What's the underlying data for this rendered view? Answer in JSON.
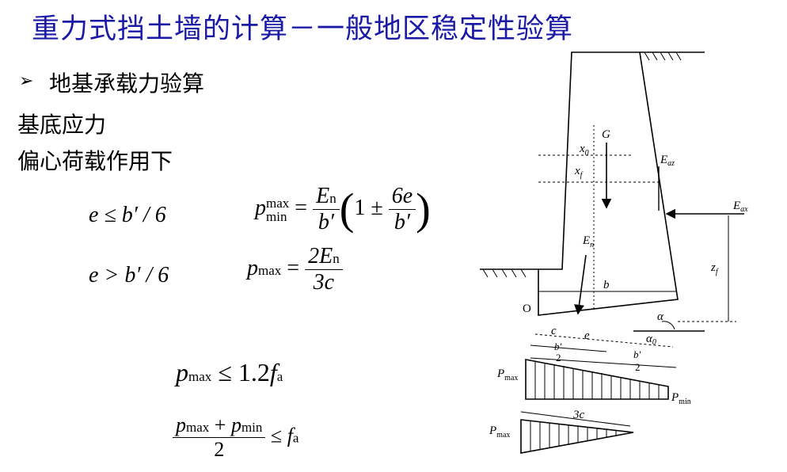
{
  "title": "重力式挡土墙的计算－一般地区稳定性验算",
  "section": {
    "bullet_icon": "arrow-bullet-icon",
    "heading": "地基承载力验算",
    "line1": "基底应力",
    "line2": "偏心荷载作用下"
  },
  "formulas": {
    "cond1": "e ≤ b′ / 6",
    "cond2": "e > b′ / 6",
    "f1_p": "p",
    "f1_sup": "max",
    "f1_sub": "min",
    "f1_eq": "=",
    "f1_num": "E",
    "f1_num_sub": "n",
    "f1_den": "b′",
    "f1_one_pm": "1 ±",
    "f1_inner_num": "6e",
    "f1_inner_den": "b′",
    "f2_p": "p",
    "f2_sub": "max",
    "f2_eq": "=",
    "f2_num": "2E",
    "f2_num_sub": "n",
    "f2_den": "3c",
    "f3_p": "p",
    "f3_sub": "max",
    "f3_rel": "≤ 1.2",
    "f3_f": "f",
    "f3_fsub": "a",
    "f4_p1": "p",
    "f4_p1sub": "max",
    "f4_plus": "+",
    "f4_p2": "p",
    "f4_p2sub": "min",
    "f4_den": "2",
    "f4_rel": "≤",
    "f4_f": "f",
    "f4_fsub": "a"
  },
  "diagram": {
    "label_G": "G",
    "label_x0": "x",
    "label_x0_sub": "0",
    "label_xf": "x",
    "label_xf_sub": "f",
    "label_Eaz": "E",
    "label_Eaz_sub": "az",
    "label_Eax": "E",
    "label_Eax_sub": "ax",
    "label_En": "E",
    "label_En_sub": "n",
    "label_zf": "z",
    "label_zf_sub": "f",
    "label_b": "b",
    "label_O": "O",
    "label_alpha": "α",
    "label_alpha0": "α",
    "label_alpha0_sub": "0",
    "label_c": "c",
    "label_e": "e",
    "label_bhalf1_num": "b′",
    "label_bhalf1_den": "2",
    "label_bhalf2_num": "b′",
    "label_bhalf2_den": "2",
    "label_Pmax1": "P",
    "label_Pmax1_sub": "max",
    "label_Pmin": "P",
    "label_Pmin_sub": "min",
    "label_3c": "3c",
    "label_Pmax2": "P",
    "label_Pmax2_sub": "max"
  }
}
